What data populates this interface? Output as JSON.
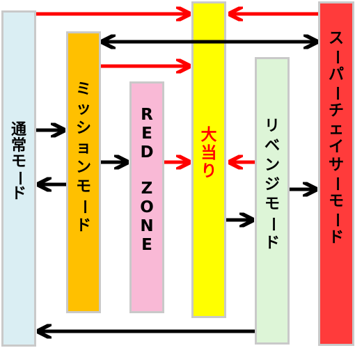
{
  "modes": [
    {
      "id": "tsujo",
      "label": "通常モード",
      "fill": "#daeef3",
      "text_color": "#000000"
    },
    {
      "id": "mission",
      "label": "ミッションモード",
      "fill": "#ffc000",
      "text_color": "#000000"
    },
    {
      "id": "redzone",
      "label": "RED ZONE",
      "fill": "#f9b9d6",
      "text_color": "#000000"
    },
    {
      "id": "oatari",
      "label": "大当り",
      "fill": "#ffff00",
      "text_color": "#ff0000"
    },
    {
      "id": "revenge",
      "label": "リベンジモード",
      "fill": "#ddf5d7",
      "text_color": "#000000"
    },
    {
      "id": "superchaser",
      "label": "スーパーチェイサーモード",
      "fill": "#ff3b3b",
      "text_color": "#000000"
    }
  ],
  "arrow_colors": {
    "red": "#ff0000",
    "black": "#000000"
  }
}
